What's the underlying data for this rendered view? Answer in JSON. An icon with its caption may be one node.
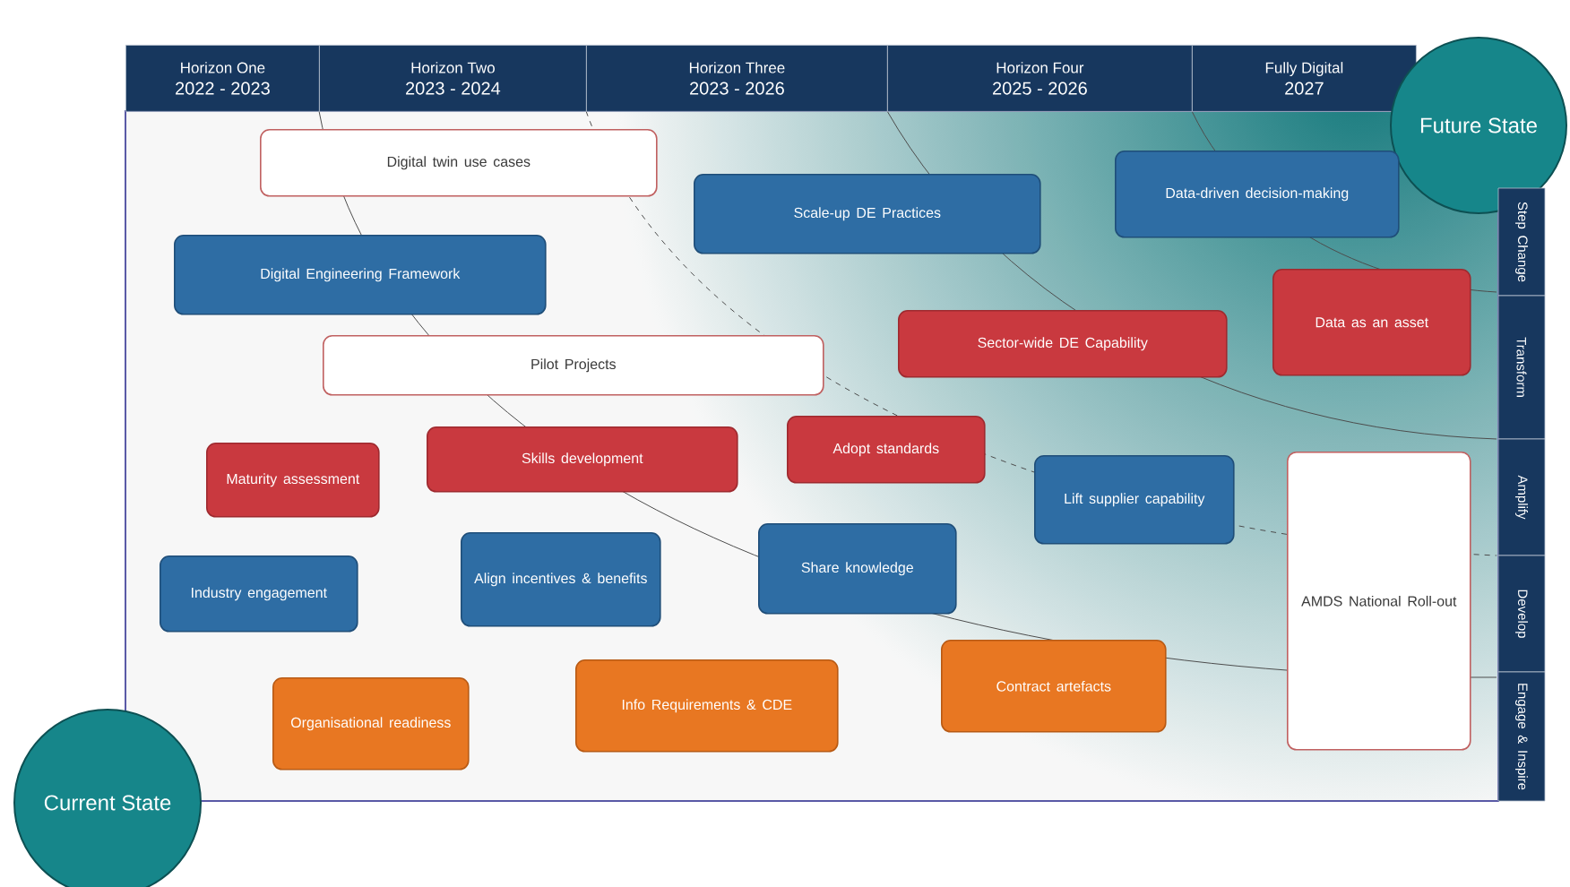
{
  "diagram": {
    "nodes": [
      {
        "text": [
          "Horizon One",
          "2022 - 2023"
        ]
      },
      {
        "text": [
          "Horizon Two",
          "2023 - 2024"
        ]
      },
      {
        "text": [
          "Horizon Three",
          "2023 - 2026"
        ]
      },
      {
        "text": [
          "Horizon Four",
          "2025 - 2026"
        ]
      },
      {
        "text": [
          "Fully Digital",
          "2027"
        ]
      },
      {
        "text": [
          "Future State"
        ]
      },
      {
        "text": [
          "Digital twin use cases"
        ]
      },
      {
        "text": [
          "Data-driven decision-making"
        ]
      },
      {
        "text": [
          "Scale-up DE Practices"
        ]
      },
      {
        "text": [
          "Step Change"
        ]
      },
      {
        "text": [
          "Digital Engineering Framework"
        ]
      },
      {
        "text": [
          "Data as an asset"
        ]
      },
      {
        "text": [
          "Sector-wide DE Capability"
        ]
      },
      {
        "text": [
          "Transform"
        ]
      },
      {
        "text": [
          "Pilot Projects"
        ]
      },
      {
        "text": [
          "Skills development"
        ]
      },
      {
        "text": [
          "Adopt standards"
        ]
      },
      {
        "text": [
          "Maturity assessment"
        ]
      },
      {
        "text": [
          "AMDS National Roll-out"
        ]
      },
      {
        "text": [
          "Amplify"
        ]
      },
      {
        "text": [
          "Lift supplier capability"
        ]
      },
      {
        "text": [
          "Align incentives & benefits"
        ]
      },
      {
        "text": [
          "Share knowledge"
        ]
      },
      {
        "text": [
          "Industry engagement"
        ]
      },
      {
        "text": [
          "Develop"
        ]
      },
      {
        "text": [
          "Contract artefacts"
        ]
      },
      {
        "text": [
          "Info Requirements & CDE"
        ]
      },
      {
        "text": [
          "Organisational readiness"
        ]
      },
      {
        "text": [
          "Engage & Inspire"
        ]
      },
      {
        "text": [
          "Current State"
        ]
      }
    ],
    "edges": []
  }
}
